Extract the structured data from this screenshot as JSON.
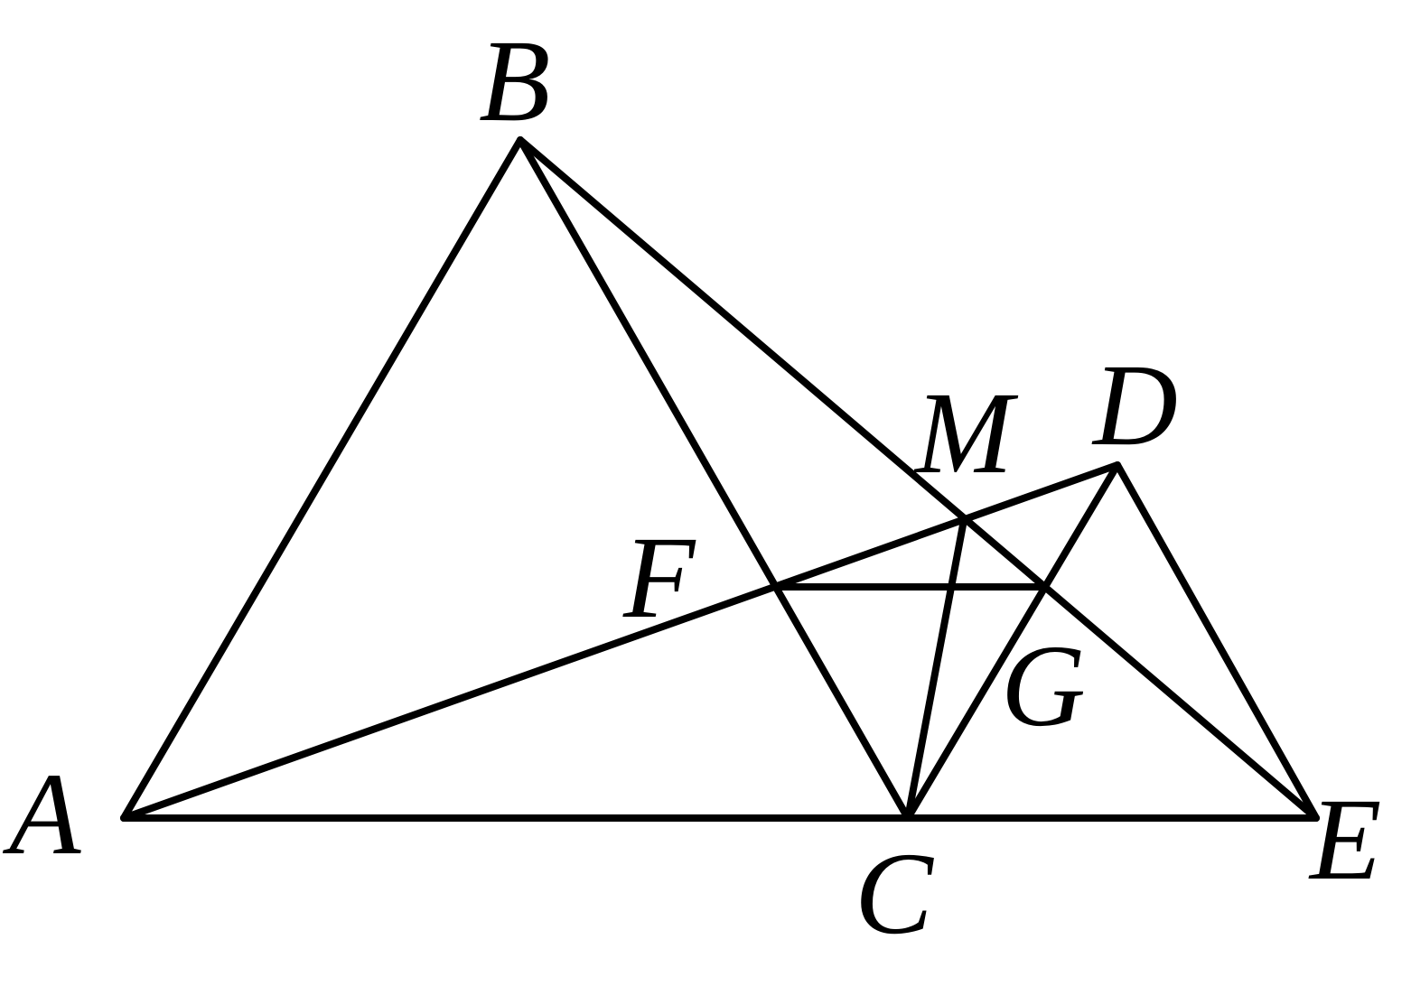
{
  "figure": {
    "points": {
      "A": "A",
      "B": "B",
      "C": "C",
      "D": "D",
      "E": "E",
      "F": "F",
      "G": "G",
      "M": "M"
    },
    "segments": [
      [
        "A",
        "B"
      ],
      [
        "A",
        "E"
      ],
      [
        "B",
        "C"
      ],
      [
        "B",
        "E"
      ],
      [
        "A",
        "D"
      ],
      [
        "C",
        "D"
      ],
      [
        "D",
        "E"
      ],
      [
        "F",
        "G"
      ],
      [
        "C",
        "M"
      ]
    ],
    "stroke_color": "#000000",
    "background": "#ffffff"
  }
}
